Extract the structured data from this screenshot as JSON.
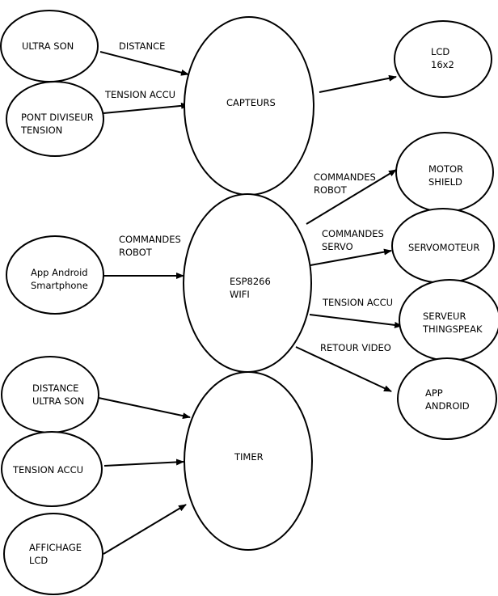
{
  "nodes": {
    "ultra_son": {
      "lines": [
        "ULTRA SON"
      ]
    },
    "pont_diviseur": {
      "lines": [
        "PONT DIVISEUR",
        "TENSION"
      ]
    },
    "capteurs": {
      "lines": [
        "CAPTEURS"
      ]
    },
    "lcd": {
      "lines": [
        "LCD",
        "16x2"
      ]
    },
    "motor_shield": {
      "lines": [
        "MOTOR",
        "SHIELD"
      ]
    },
    "servomoteur": {
      "lines": [
        "SERVOMOTEUR"
      ]
    },
    "serveur_thingspeak": {
      "lines": [
        "SERVEUR",
        "THINGSPEAK"
      ]
    },
    "app_android_out": {
      "lines": [
        "APP",
        "ANDROID"
      ]
    },
    "app_android_smartphone": {
      "lines": [
        "App Android",
        "Smartphone"
      ]
    },
    "esp8266": {
      "lines": [
        "ESP8266",
        "WIFI"
      ]
    },
    "distance_ultra_son": {
      "lines": [
        "DISTANCE",
        "ULTRA SON"
      ]
    },
    "tension_accu": {
      "lines": [
        "TENSION ACCU"
      ]
    },
    "affichage_lcd": {
      "lines": [
        "AFFICHAGE",
        "LCD"
      ]
    },
    "timer": {
      "lines": [
        "TIMER"
      ]
    }
  },
  "edges": {
    "distance": {
      "lines": [
        "DISTANCE"
      ]
    },
    "tension_accu_capteurs": {
      "lines": [
        "TENSION ACCU"
      ]
    },
    "lcd_link": {
      "lines": []
    },
    "commandes_robot_motor": {
      "lines": [
        "COMMANDES",
        "ROBOT"
      ]
    },
    "commandes_servo": {
      "lines": [
        "COMMANDES",
        "SERVO"
      ]
    },
    "tension_accu_serveur": {
      "lines": [
        "TENSION ACCU"
      ]
    },
    "retour_video": {
      "lines": [
        "RETOUR VIDEO"
      ]
    },
    "commandes_robot_in": {
      "lines": [
        "COMMANDES",
        "ROBOT"
      ]
    },
    "distance_timer": {
      "lines": []
    },
    "tension_timer": {
      "lines": []
    },
    "affichage_timer": {
      "lines": []
    }
  }
}
